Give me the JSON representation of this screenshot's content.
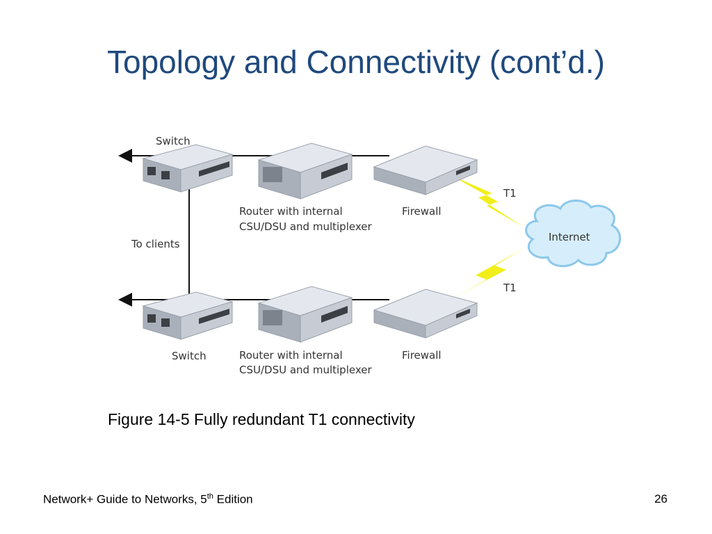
{
  "slide": {
    "title": "Topology and Connectivity (cont’d.)",
    "caption": "Figure 14-5 Fully redundant T1 connectivity",
    "footer": {
      "text": "Network+ Guide to Networks, 5",
      "superscript": "th",
      "suffix": " Edition"
    },
    "page_number": "26"
  },
  "diagram": {
    "labels": {
      "switch_top": "Switch",
      "switch_bottom": "Switch",
      "to_clients": "To clients",
      "router_top_line1": "Router with internal",
      "router_top_line2": "CSU/DSU and multiplexer",
      "router_bottom_line1": "Router with internal",
      "router_bottom_line2": "CSU/DSU and multiplexer",
      "firewall_top": "Firewall",
      "firewall_bottom": "Firewall",
      "t1_top": "T1",
      "t1_bottom": "T1",
      "internet": "Internet"
    },
    "colors": {
      "device_top": "#e4e8ee",
      "device_front": "#c7ccd4",
      "device_side": "#a9b0ba",
      "cloud_fill": "#d6eefb",
      "cloud_stroke": "#8cc8ea",
      "lightning": "#f2ee1a",
      "line": "#111111"
    }
  }
}
